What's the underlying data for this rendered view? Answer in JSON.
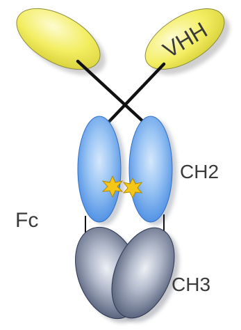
{
  "labels": {
    "vhh": "VHH",
    "ch2": "CH2",
    "fc": "Fc",
    "ch3": "CH3"
  },
  "colors": {
    "vhh_fill": "#f3ee63",
    "vhh_shadow": "#a9a9a9",
    "ch2_fill": "#5fa2ee",
    "ch2_highlight": "#d6e8fb",
    "ch3_fill": "#5c6a8d",
    "ch3_highlight": "#eef0f5",
    "disulfide": "#f3c617",
    "linker": "#111111",
    "text": "#3a3a3a"
  }
}
